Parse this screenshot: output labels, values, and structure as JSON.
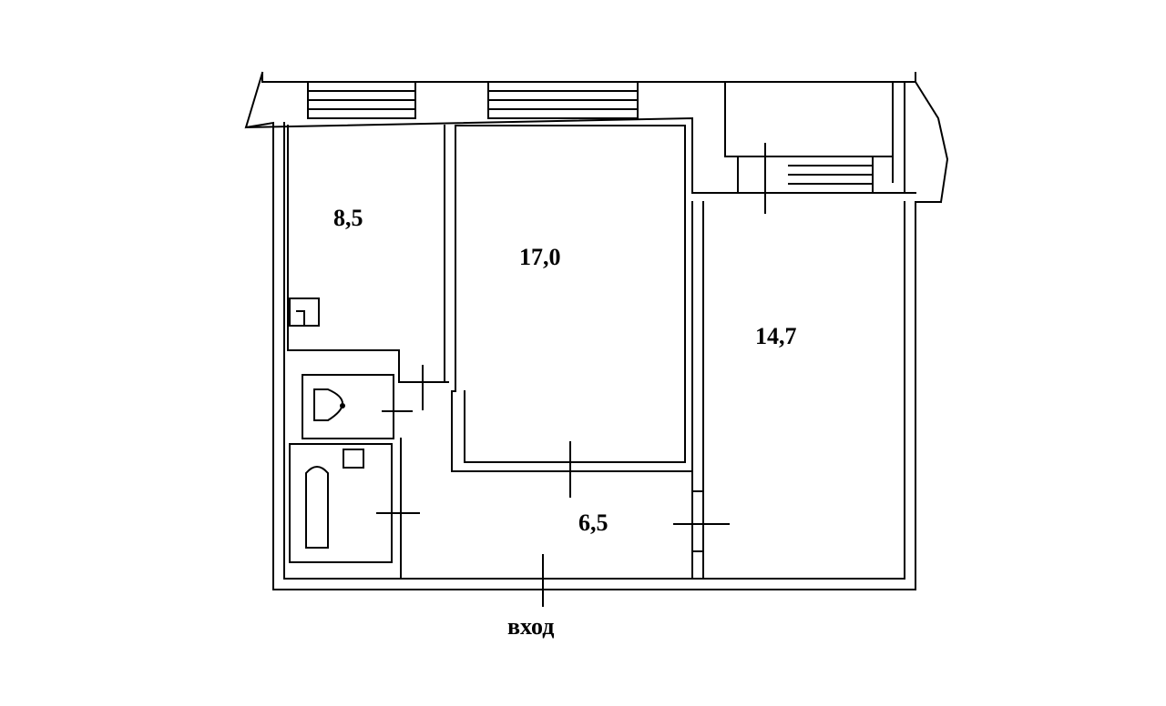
{
  "rooms": {
    "kitchen_area": "8,5",
    "living_room_area": "17,0",
    "bedroom_area": "14,7",
    "hall_area": "6,5"
  },
  "entrance_label": "вход",
  "colors": {
    "line": "#000000",
    "background": "#ffffff"
  }
}
